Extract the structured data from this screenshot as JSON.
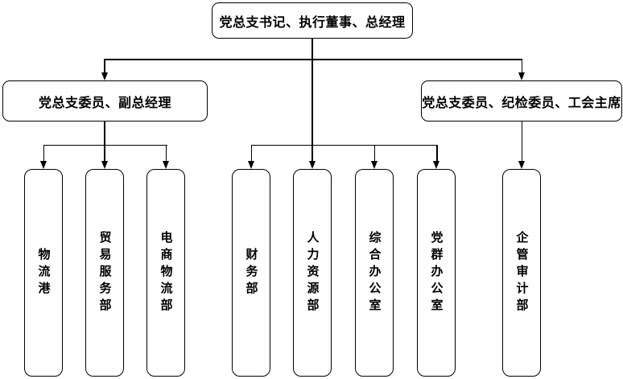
{
  "diagram": {
    "title": "org-chart",
    "colors": {
      "line": "#000000",
      "box_border": "#000000",
      "box_fill": "#ffffff",
      "text": "#000000",
      "background": "#ffffff"
    },
    "root": {
      "label": "党总支书记、执行董事、总经理"
    },
    "level2": [
      {
        "label": "党总支委员、副总经理"
      },
      {
        "label": "党总支委员、纪检委员、工会主席"
      }
    ],
    "departments": [
      {
        "label": "物流港"
      },
      {
        "label": "贸易服务部"
      },
      {
        "label": "电商物流部"
      },
      {
        "label": "财务部"
      },
      {
        "label": "人力资源部"
      },
      {
        "label": "综合办公室"
      },
      {
        "label": "党群办公室"
      },
      {
        "label": "企管审计部"
      }
    ]
  }
}
